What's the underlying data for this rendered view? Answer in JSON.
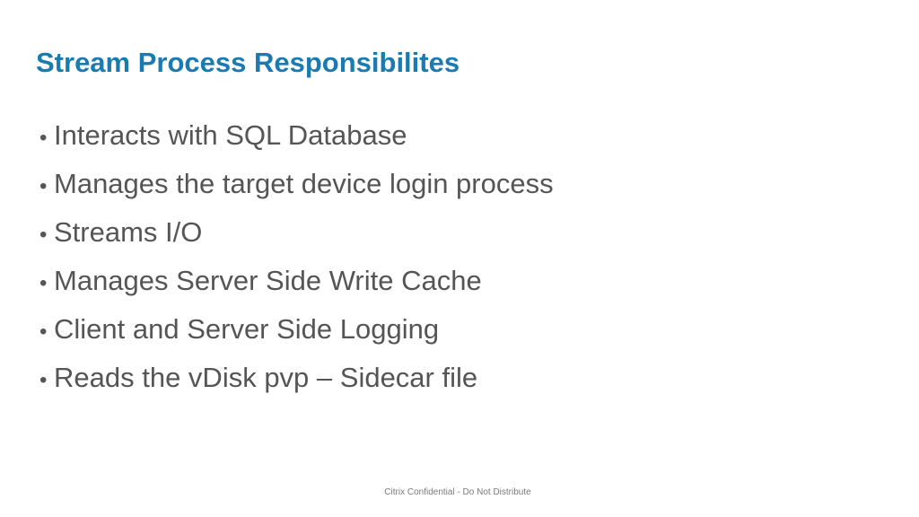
{
  "slide": {
    "title": "Stream Process Responsibilites",
    "bullets": [
      "Interacts with SQL Database",
      "Manages the target device login process",
      "Streams I/O",
      "Manages Server Side Write Cache",
      "Client and Server Side Logging",
      "Reads the vDisk pvp – Sidecar file"
    ],
    "bullet_marker": "•",
    "footer": "Citrix Confidential - Do Not Distribute"
  },
  "colors": {
    "title": "#1a7bb0",
    "body_text": "#555555",
    "footer_text": "#7a7a7a",
    "background": "#ffffff"
  }
}
